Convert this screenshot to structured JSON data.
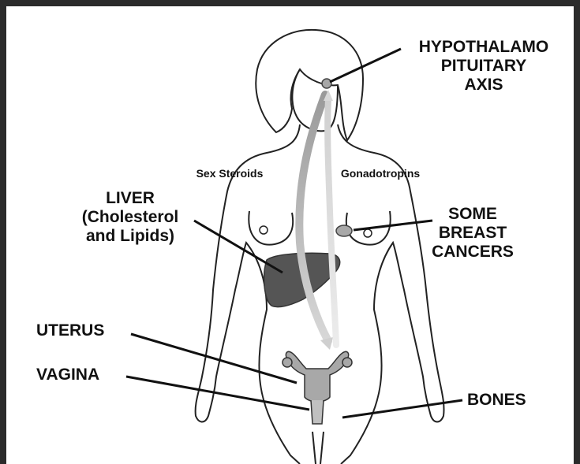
{
  "labels": {
    "hypothalamo": [
      "HYPOTHALAMO",
      "PITUITARY",
      "AXIS"
    ],
    "sex_steroids": "Sex Steroids",
    "gonadotropins": "Gonadotropins",
    "liver": [
      "LIVER",
      "(Cholesterol",
      "and Lipids)"
    ],
    "breast": [
      "SOME",
      "BREAST",
      "CANCERS"
    ],
    "uterus": "UTERUS",
    "vagina": "VAGINA",
    "bones": "BONES"
  },
  "colors": {
    "outline": "#222222",
    "liver": "#555555",
    "arrow_gray": "#b4b4b4",
    "organ_gray": "#a8a8a8"
  }
}
